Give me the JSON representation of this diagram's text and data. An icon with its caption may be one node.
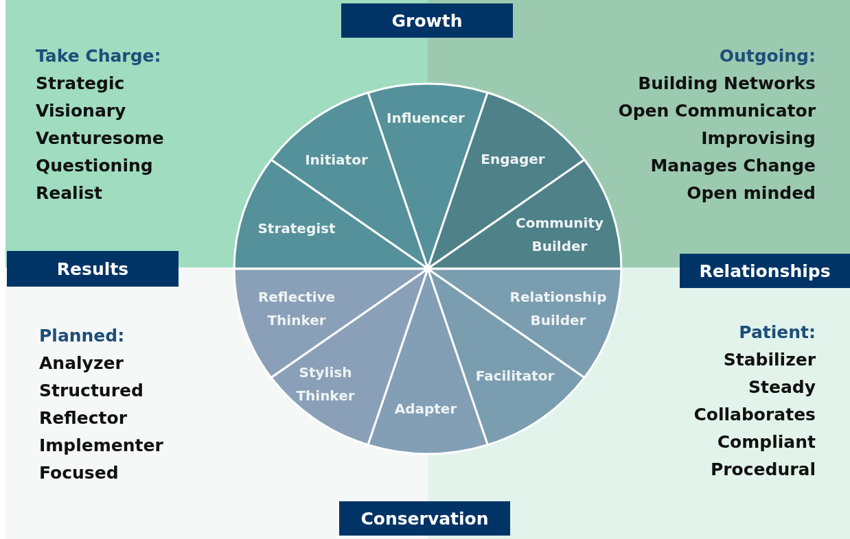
{
  "diagram": {
    "nodes": [
      {
        "text": [
          "Growth"
        ]
      },
      {
        "text": [
          "Take Charge:",
          "Strategic",
          "Visionary",
          "Venturesome",
          "Questioning",
          "Realist"
        ]
      },
      {
        "text": [
          "Outgoing:",
          "Building Networks",
          "Open Communicator",
          "Improvising",
          "Manages Change",
          "Open minded"
        ]
      },
      {
        "text": [
          "Influencer"
        ]
      },
      {
        "text": [
          "Initiator"
        ]
      },
      {
        "text": [
          "Engager"
        ]
      },
      {
        "text": [
          "Strategist"
        ]
      },
      {
        "text": [
          "Community Builder"
        ]
      },
      {
        "text": [
          "Results"
        ]
      },
      {
        "text": [
          "Relationships"
        ]
      },
      {
        "text": [
          "Planned:",
          "Analyzer",
          "Structured",
          "Reflector",
          "Implementer",
          "Focused"
        ]
      },
      {
        "text": [
          "Patient:",
          "Stabilizer",
          "Steady",
          "Collaborates",
          "Compliant",
          "Procedural"
        ]
      },
      {
        "text": [
          "Reflective Thinker"
        ]
      },
      {
        "text": [
          "Relationship Builder"
        ]
      },
      {
        "text": [
          "Stylish Thinker"
        ]
      },
      {
        "text": [
          "Facilitator"
        ]
      },
      {
        "text": [
          "Adapter"
        ]
      },
      {
        "text": [
          "Conservation"
        ]
      }
    ]
  }
}
